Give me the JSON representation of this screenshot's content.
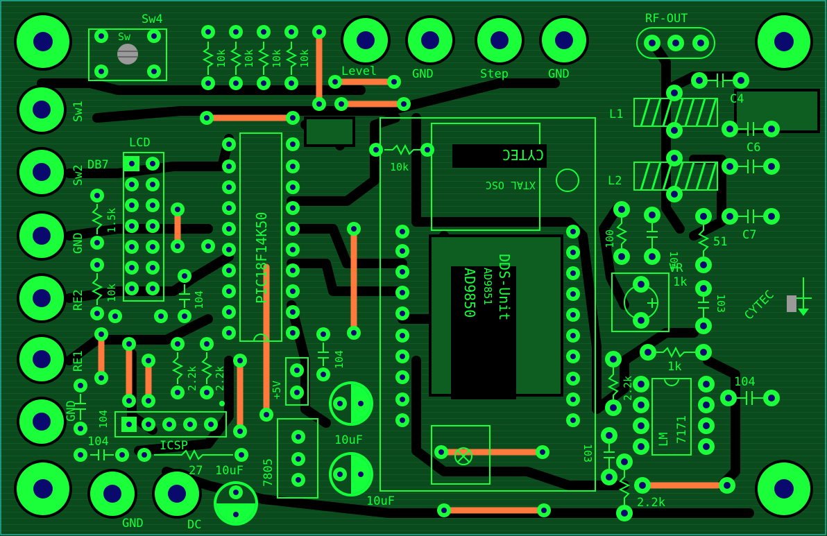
{
  "colors": {
    "board": "#0b4a1c",
    "copper": "#0e5e22",
    "gap": "#000000",
    "pad": "#1aff3a",
    "hole": "#0a0a6e",
    "jumper": "#ff7a3c",
    "silk": "#14ff3c"
  },
  "labels": {
    "sw4": "Sw4",
    "sw": "Sw",
    "sw1": "Sw1",
    "sw2": "Sw2",
    "gnd_left": "GND",
    "re2": "RE2",
    "re1": "RE1",
    "gnd_left2": "GND",
    "gnd_bottom": "GND",
    "dc": "DC",
    "lcd": "LCD",
    "db7": "DB7",
    "r_10k_1": "10k",
    "r_10k_2": "10k",
    "r_10k_3": "10k",
    "r_10k_4": "10k",
    "r_1_5k": "1.5k",
    "r_10k_left": "10k",
    "c_104_lcd": "104",
    "mcu": "PIC18F14K50",
    "level": "Level",
    "gnd_top1": "GND",
    "step": "Step",
    "gnd_top2": "GND",
    "r_10k_osc": "10k",
    "xtal": "XTAL OSC",
    "cytec_mirror": "CYTEC",
    "dds": "DDS-Unit",
    "ad9850": "AD9850",
    "ad9851": "AD9851",
    "r_2_2k_a": "2.2k",
    "r_2_2k_b": "2.2k",
    "plus5v": "+5V",
    "c_104_mid": "104",
    "c_10uf_1": "10uF",
    "c_10uf_2": "10uF",
    "c_10uf_3": "10uF",
    "reg": "7805",
    "icsp": "ICSP",
    "r_27": "27",
    "c_104_l1": "104",
    "c_104_l2": "104",
    "rf_out": "RF-OUT",
    "c4": "C4",
    "c6": "C6",
    "c7": "C7",
    "l1": "L1",
    "l2": "L2",
    "r_100": "100",
    "c_104_r": "104",
    "r_51": "51",
    "vr": "VR",
    "vr_1k": "1k",
    "c_103_a": "103",
    "cytec": "CYTEC",
    "r_1k": "1k",
    "r_2_2k_c": "2.2k",
    "lm": "LM",
    "lm_num": "7171",
    "c_104_b": "104",
    "c_103_b": "103",
    "r_2_2k_d": "2.2k"
  }
}
